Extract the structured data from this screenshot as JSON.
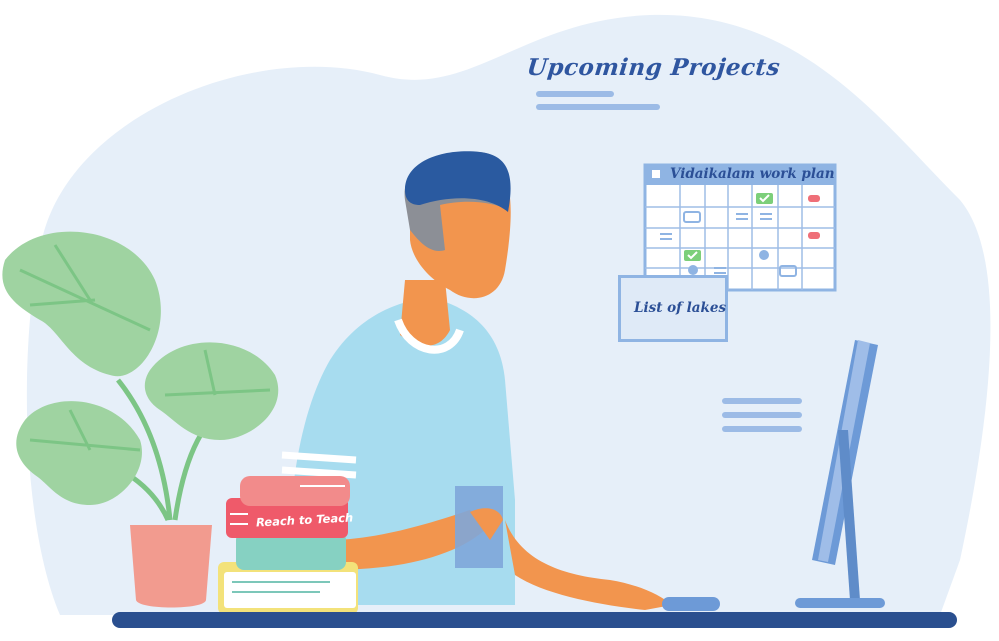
{
  "heading": "Upcoming Projects",
  "calendar": {
    "title": "Vidaikalam work plan"
  },
  "card": {
    "label": "List of lakes"
  },
  "book": {
    "label": "Reach to Teach"
  },
  "colors": {
    "background_blob": "#e6eff9",
    "accent_blue": "#2f56a0",
    "shirt": "#a7dcef",
    "skin": "#f2954e",
    "hair": "#2a5aa0",
    "plant": "#9fd3a1",
    "pot": "#f29b8f",
    "desk": "#2a4f8f",
    "monitor": "#6d9ad7"
  },
  "icons": [
    "check-icon",
    "plant-illustration",
    "monitor-illustration",
    "book-stack-illustration"
  ]
}
